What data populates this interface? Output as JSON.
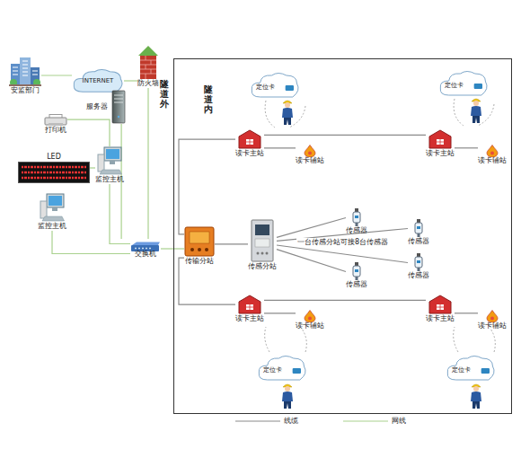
{
  "diagram": {
    "nodes": [
      {
        "text": [
          "安监部门"
        ]
      },
      {
        "text": [
          "INTERNET"
        ]
      },
      {
        "text": [
          "防火墙"
        ]
      },
      {
        "text": [
          "服务器"
        ]
      },
      {
        "text": [
          "打印机"
        ]
      },
      {
        "text": [
          "LED"
        ]
      },
      {
        "text": [
          "监控主机"
        ]
      },
      {
        "text": [
          "监控主机"
        ]
      },
      {
        "text": [
          "交换机"
        ]
      },
      {
        "text": [
          "隧道内"
        ]
      },
      {
        "text": [
          "定位卡"
        ],
        "in": 9
      },
      {
        "text": [
          "定位卡"
        ],
        "in": 9
      },
      {
        "text": [
          "读卡主站"
        ],
        "in": 9
      },
      {
        "text": [
          "读卡辅站"
        ],
        "in": 9
      },
      {
        "text": [
          "读卡主站"
        ],
        "in": 9
      },
      {
        "text": [
          "读卡辅站"
        ],
        "in": 9
      },
      {
        "text": [
          "传输分站"
        ],
        "in": 9
      },
      {
        "text": [
          "传感分站"
        ],
        "in": 9
      },
      {
        "text": [
          "传感器"
        ],
        "in": 9
      },
      {
        "text": [
          "传感器"
        ],
        "in": 9
      },
      {
        "text": [
          "传感器"
        ],
        "in": 9
      },
      {
        "text": [
          "传感器"
        ],
        "in": 9
      },
      {
        "text": [
          "读卡主站"
        ],
        "in": 9
      },
      {
        "text": [
          "读卡辅站"
        ],
        "in": 9
      },
      {
        "text": [
          "读卡主站"
        ],
        "in": 9
      },
      {
        "text": [
          "读卡辅站"
        ],
        "in": 9
      },
      {
        "text": [
          "定位卡"
        ],
        "in": 9
      },
      {
        "text": [
          "定位卡"
        ],
        "in": 9
      }
    ],
    "edges": [
      {
        "from": 0,
        "to": 1,
        "arrow": "none"
      },
      {
        "from": 1,
        "to": 2,
        "arrow": "none"
      },
      {
        "from": 2,
        "to": 8,
        "arrow": "none"
      },
      {
        "from": 3,
        "to": 8,
        "arrow": "none"
      },
      {
        "from": 4,
        "to": 6,
        "arrow": "none"
      },
      {
        "from": 5,
        "to": 6,
        "arrow": "none"
      },
      {
        "from": 6,
        "to": 8,
        "arrow": "none"
      },
      {
        "from": 7,
        "to": 8,
        "arrow": "none"
      },
      {
        "from": 8,
        "to": 16,
        "arrow": "none"
      },
      {
        "from": 16,
        "to": 12,
        "arrow": "none"
      },
      {
        "from": 12,
        "to": 14,
        "arrow": "none"
      },
      {
        "from": 12,
        "to": 13,
        "arrow": "none"
      },
      {
        "from": 14,
        "to": 15,
        "arrow": "none"
      },
      {
        "from": 16,
        "to": 22,
        "arrow": "none"
      },
      {
        "from": 22,
        "to": 24,
        "arrow": "none"
      },
      {
        "from": 22,
        "to": 23,
        "arrow": "none"
      },
      {
        "from": 24,
        "to": 25,
        "arrow": "none"
      },
      {
        "from": 16,
        "to": 17,
        "arrow": "none"
      },
      {
        "from": 17,
        "to": 18,
        "arrow": "none"
      },
      {
        "from": 17,
        "to": 19,
        "arrow": "none"
      },
      {
        "from": 17,
        "to": 20,
        "arrow": "none"
      },
      {
        "from": 17,
        "to": 21,
        "arrow": "none"
      }
    ],
    "labels": [
      "隧道外",
      "一台传感分站可接8台传感器"
    ],
    "legend": [
      {
        "text": "线缆"
      },
      {
        "text": "网线"
      }
    ]
  }
}
